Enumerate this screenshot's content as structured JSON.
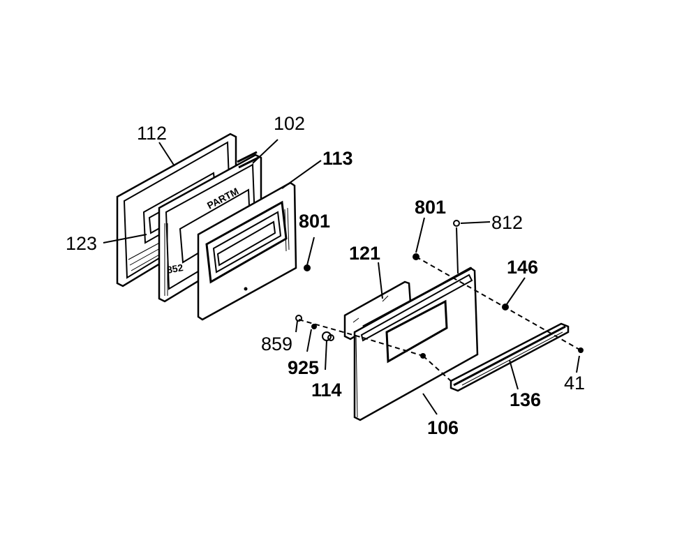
{
  "diagram": {
    "part_labels": {
      "p112": "112",
      "p102": "102",
      "p113": "113",
      "p123": "123",
      "p801_left": "801",
      "p801_right": "801",
      "p812": "812",
      "p121": "121",
      "p146": "146",
      "p859": "859",
      "p925": "925",
      "p114": "114",
      "p106": "106",
      "p136": "136",
      "p41": "41"
    },
    "inner_marks": {
      "mark_852": "852",
      "mark_partm": "PARTM"
    }
  }
}
